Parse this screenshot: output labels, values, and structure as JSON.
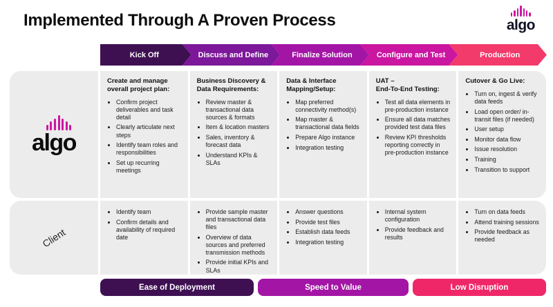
{
  "title": "Implemented Through A Proven Process",
  "brand": {
    "name": "algo",
    "accent": "#cb17a0"
  },
  "stages": [
    {
      "label": "Kick Off",
      "color": "#3e1052"
    },
    {
      "label": "Discuss and Define",
      "color": "#7c1899"
    },
    {
      "label": "Finalize Solution",
      "color": "#a315a5"
    },
    {
      "label": "Configure and Test",
      "color": "#ca16a0"
    },
    {
      "label": "Production",
      "color": "#f23a6b"
    }
  ],
  "rows": {
    "algo": {
      "label": "algo",
      "columns": [
        {
          "header": "Create and manage overall project plan:",
          "bullets": [
            "Confirm project deliverables and task detail",
            "Clearly articulate next steps",
            "Identify team roles and responsibilities",
            "Set up recurring meetings"
          ]
        },
        {
          "header": "Business Discovery & Data Requirements:",
          "bullets": [
            "Review master & transactional data sources & formats",
            "Item & location masters",
            "Sales, inventory & forecast data",
            "Understand KPIs & SLAs"
          ]
        },
        {
          "header": "Data & Interface Mapping/Setup:",
          "bullets": [
            "Map preferred connectivity method(s)",
            "Map master & transactional data fields",
            "Prepare Algo instance",
            "Integration testing"
          ]
        },
        {
          "header": "UAT –\nEnd-To-End Testing:",
          "bullets": [
            "Test all data elements in pre-production instance",
            "Ensure all data matches provided test data files",
            "Review KPI thresholds reporting correctly in pre-production instance"
          ]
        },
        {
          "header": "Cutover & Go Live:",
          "bullets": [
            "Turn on, ingest & verify data feeds",
            "Load open order/ in-transit files (if needed)",
            "User setup",
            "Monitor data flow",
            "Issue resolution",
            "Training",
            "Transition to support"
          ]
        }
      ]
    },
    "client": {
      "label": "Client",
      "columns": [
        {
          "bullets": [
            "Identify team",
            "Confirm details and availability of required date"
          ]
        },
        {
          "bullets": [
            "Provide sample master and transactional data files",
            "Overview of data sources and preferred transmission methods",
            "Provide initial KPIs and SLAs"
          ]
        },
        {
          "bullets": [
            "Answer questions",
            "Provide test files",
            "Establish data feeds",
            "Integration testing"
          ]
        },
        {
          "bullets": [
            "Internal system configuration",
            "Provide feedback and results"
          ]
        },
        {
          "bullets": [
            "Turn on data feeds",
            "Attend training sessions",
            "Provide feedback as needed"
          ]
        }
      ]
    }
  },
  "footer_pills": [
    {
      "label": "Ease of Deployment",
      "color": "#3e1052"
    },
    {
      "label": "Speed to Value",
      "color": "#a315a5"
    },
    {
      "label": "Low Disruption",
      "color": "#ef2769"
    }
  ]
}
